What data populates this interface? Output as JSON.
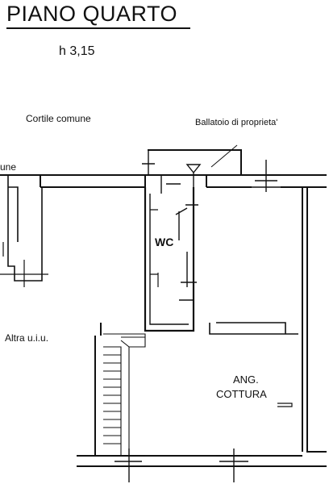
{
  "plan": {
    "title": "PIANO QUARTO",
    "height_label": "h 3,15",
    "labels": {
      "shared_courtyard": "Cortile comune",
      "balcony": "Ballatoio di proprieta'",
      "partial_shared": "une",
      "wc": "WC",
      "other_unit": "Altra u.i.u.",
      "kitchen_line1": "ANG.",
      "kitchen_line2": "COTTURA"
    },
    "colors": {
      "line": "#111111",
      "background": "#ffffff"
    }
  }
}
